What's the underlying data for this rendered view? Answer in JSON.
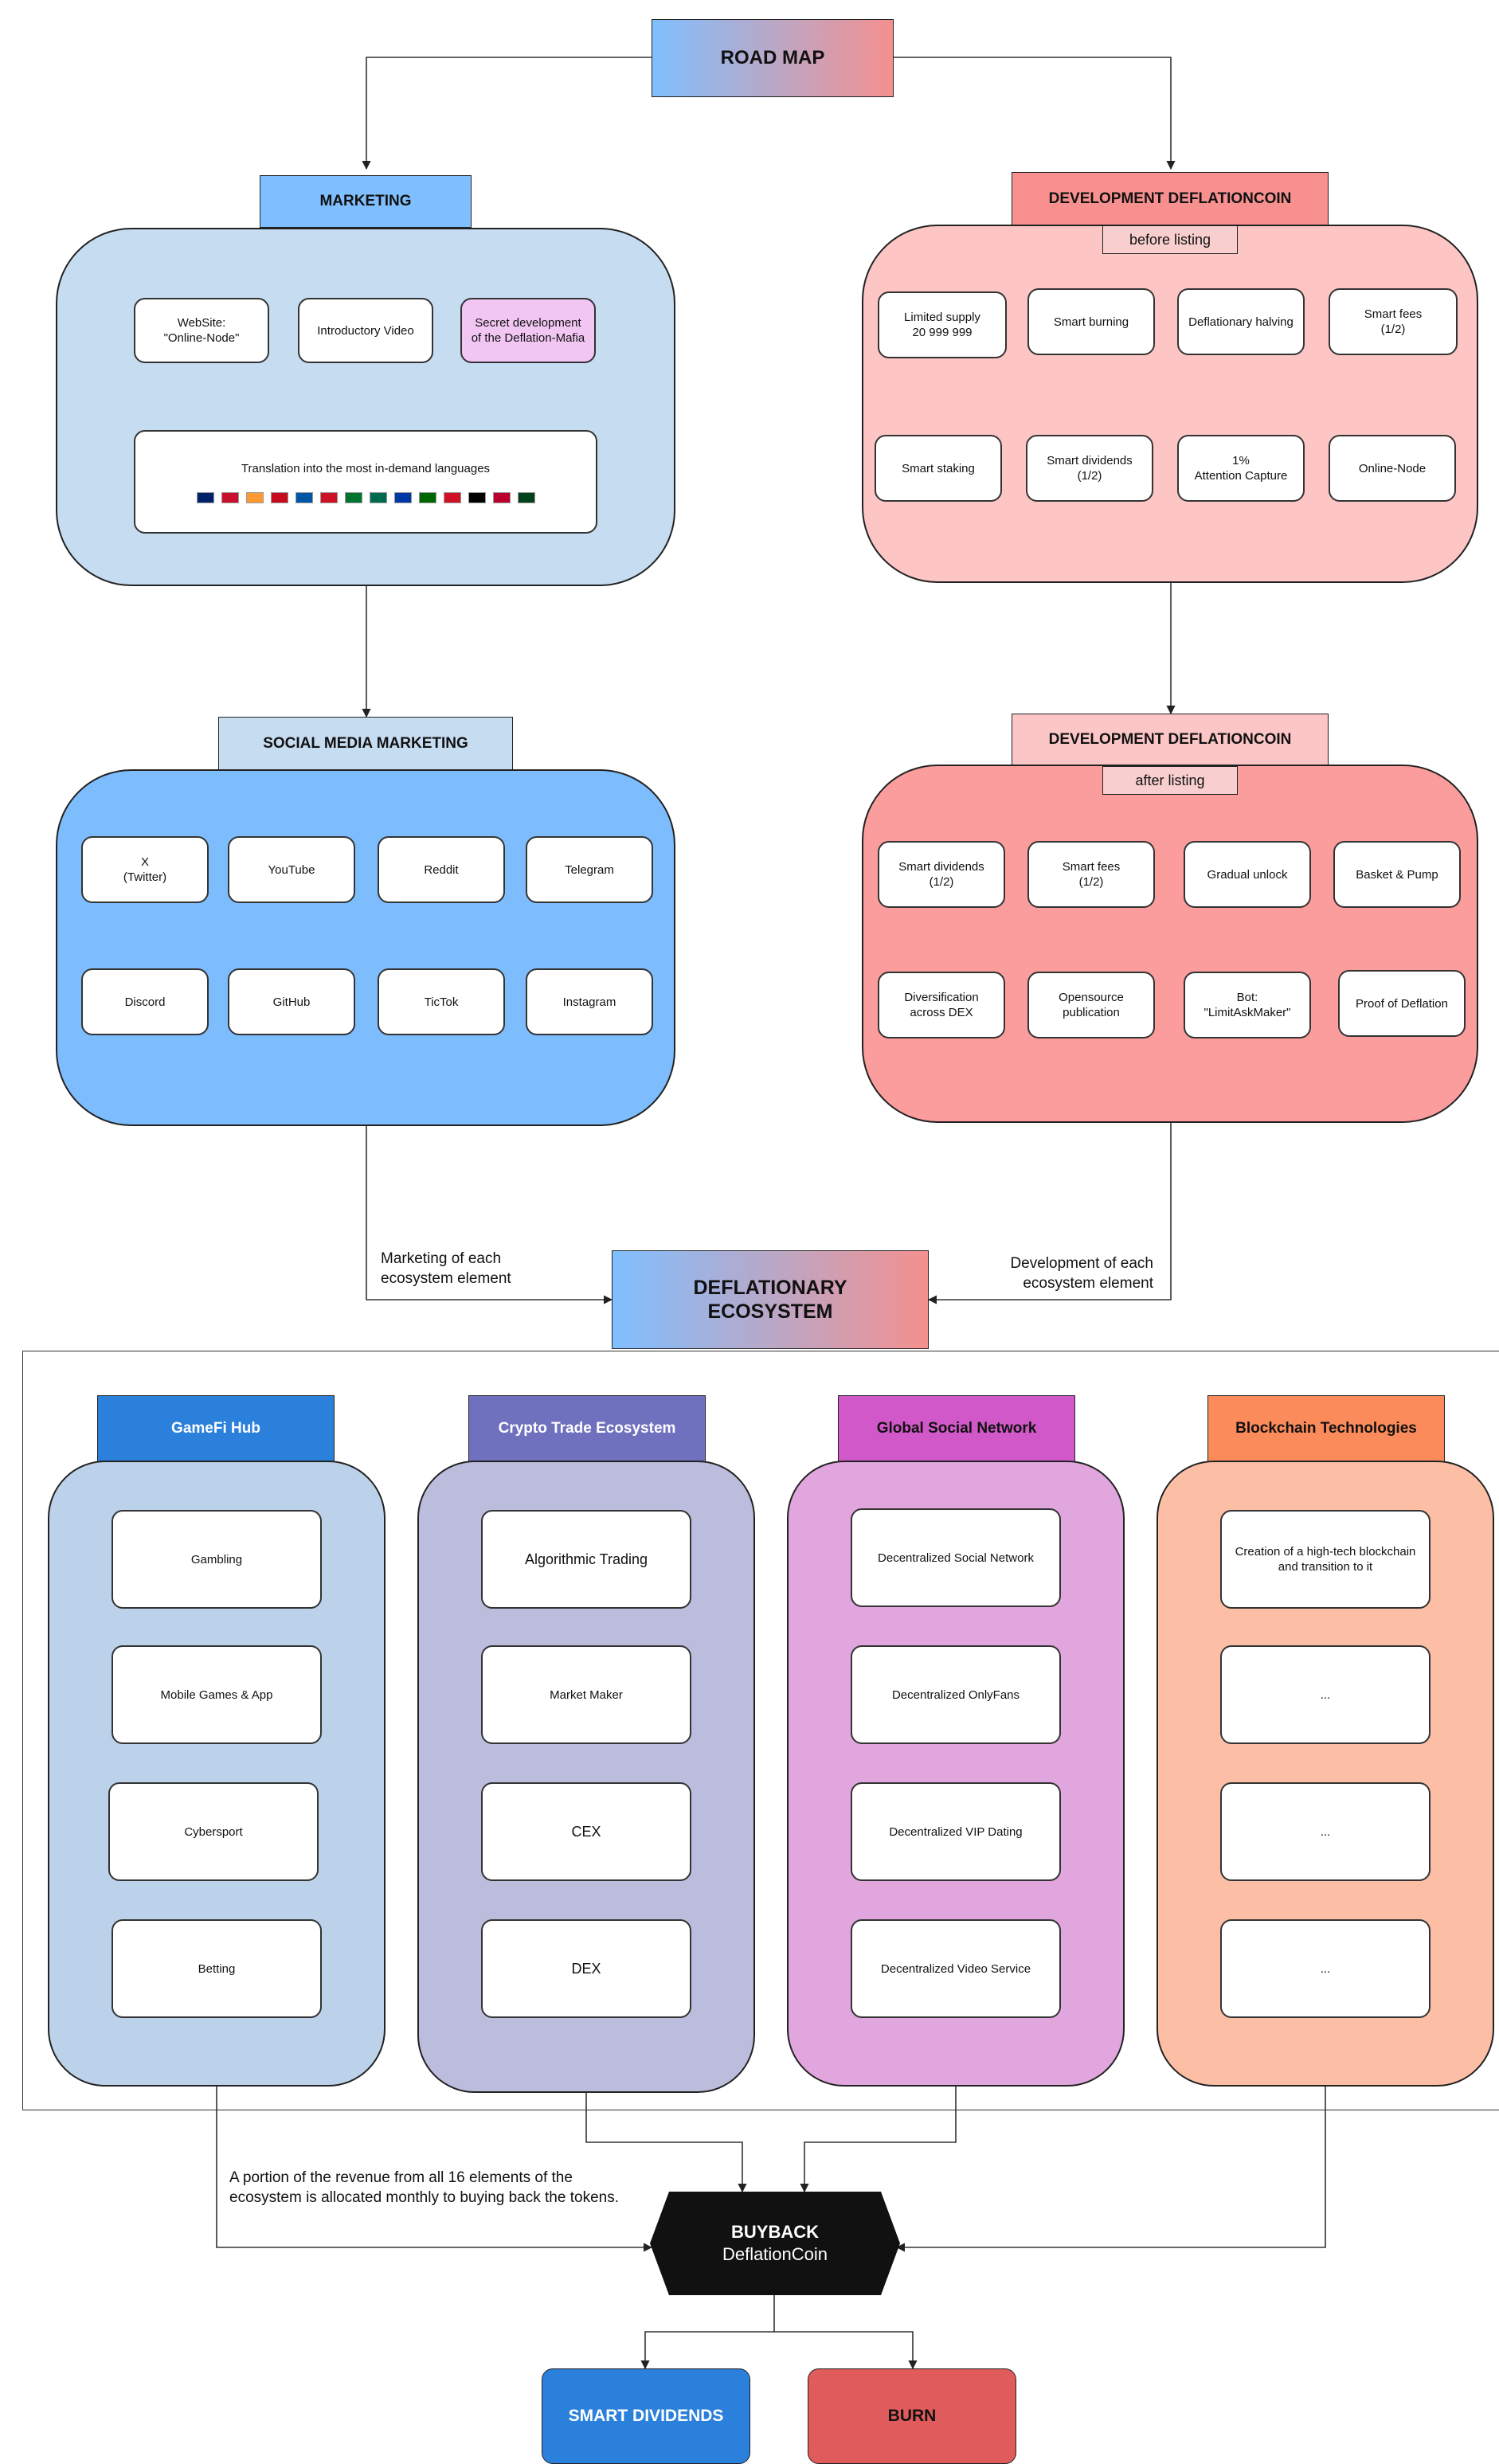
{
  "roadmap": {
    "title": "ROAD MAP"
  },
  "marketing": {
    "title": "MARKETING",
    "items": [
      "WebSite:\n\"Online-Node\"",
      "Introductory Video",
      "Secret development\nof the Deflation-Mafia"
    ],
    "translation": "Translation into the most in-demand languages",
    "flags": [
      "#012169",
      "#c8102e",
      "#ff9933",
      "#c60b1e",
      "#0055a4",
      "#ce1126",
      "#00732f",
      "#006a4e",
      "#0039a6",
      "#006600",
      "#ce1126",
      "#000000",
      "#bc002d",
      "#01411c"
    ]
  },
  "dev_before": {
    "title": "DEVELOPMENT  DEFLATIONCOIN",
    "tag": "before listing",
    "items": [
      "Limited supply\n20 999 999",
      "Smart burning",
      "Deflationary halving",
      "Smart fees\n(1/2)",
      "Smart staking",
      "Smart dividends\n(1/2)",
      "1%\nAttention Capture",
      "Online-Node"
    ]
  },
  "social": {
    "title": "SOCIAL  MEDIA  MARKETING",
    "items": [
      "X\n(Twitter)",
      "YouTube",
      "Reddit",
      "Telegram",
      "Discord",
      "GitHub",
      "TicTok",
      "Instagram"
    ]
  },
  "dev_after": {
    "title": "DEVELOPMENT  DEFLATIONCOIN",
    "tag": "after listing",
    "items": [
      "Smart dividends\n(1/2)",
      "Smart fees\n(1/2)",
      "Gradual unlock",
      "Basket & Pump",
      "Diversification\nacross DEX",
      "Opensource\npublication",
      "Bot:\n\"LimitAskMaker\"",
      "Proof of Deflation"
    ]
  },
  "labels": {
    "marketing_each": "Marketing of each\necosystem element",
    "development_each": "Development of each\necosystem element",
    "revenue_note": "A portion of the revenue from all 16 elements of the\necosystem is allocated monthly to buying back the tokens."
  },
  "ecosystem": {
    "title": "DEFLATIONARY\nECOSYSTEM"
  },
  "gamefi": {
    "title": "GameFi Hub",
    "items": [
      "Gambling",
      "Mobile Games & App",
      "Cybersport",
      "Betting"
    ]
  },
  "crypto": {
    "title": "Crypto Trade Ecosystem",
    "items": [
      "Algorithmic Trading",
      "Market Maker",
      "CEX",
      "DEX"
    ]
  },
  "social_net": {
    "title": "Global Social Network",
    "items": [
      "Decentralized Social Network",
      "Decentralized OnlyFans",
      "Decentralized VIP Dating",
      "Decentralized Video Service"
    ]
  },
  "blockchain": {
    "title": "Blockchain Technologies",
    "items": [
      "Creation of a high-tech blockchain\nand transition to it",
      "...",
      "...",
      "..."
    ]
  },
  "buyback": {
    "line1": "BUYBACK",
    "line2": "DeflationCoin"
  },
  "smart_dividends": "SMART DIVIDENDS",
  "burn": "BURN",
  "colors": {
    "marketing_header": "#7fbfff",
    "marketing_panel": "#c6dcf1",
    "dev_header": "#f8908f",
    "dev_before_panel": "#fdc6c5",
    "dev_tag": "#f8cfce",
    "social_header": "#c6dcf1",
    "social_panel": "#7dbcfd",
    "dev_after_header": "#fbc6c5",
    "dev_after_panel": "#fb9d9c",
    "gamefi_header": "#2a80db",
    "gamefi_panel": "#bcd2ea",
    "crypto_header": "#6f71bf",
    "crypto_panel": "#bcbddc",
    "social_net_header": "#d158c8",
    "social_net_panel": "#e0a6dd",
    "blockchain_header": "#fb8b5b",
    "blockchain_panel": "#fcbfa6",
    "buyback": "#111111",
    "smart_dividends": "#2a80db",
    "burn": "#e05b5b"
  }
}
